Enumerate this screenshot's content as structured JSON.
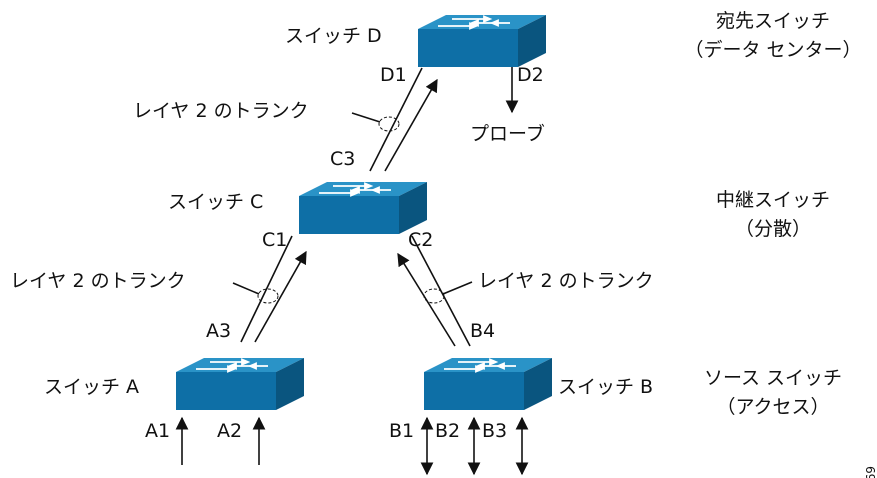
{
  "switches": {
    "d": {
      "name": "スイッチ D"
    },
    "c": {
      "name": "スイッチ C"
    },
    "a": {
      "name": "スイッチ A"
    },
    "b": {
      "name": "スイッチ B"
    }
  },
  "ports": {
    "d1": "D1",
    "d2": "D2",
    "c3": "C3",
    "c1": "C1",
    "c2": "C2",
    "a3": "A3",
    "b4": "B4",
    "a1": "A1",
    "a2": "A2",
    "b1": "B1",
    "b2": "B2",
    "b3": "B3"
  },
  "probe": "プローブ",
  "trunks": {
    "dc": "レイヤ 2 のトランク",
    "ca": "レイヤ 2 のトランク",
    "cb": "レイヤ 2 のトランク"
  },
  "roles": {
    "destination": {
      "line1": "宛先スイッチ",
      "line2": "（データ センター）"
    },
    "relay": {
      "line1": "中継スイッチ",
      "line2": "（分散）"
    },
    "source": {
      "line1": "ソース スイッチ",
      "line2": "（アクセス）"
    }
  },
  "figure_id": "69",
  "colors": {
    "switch_front": "#0e6fa6",
    "switch_top": "#2a93c7",
    "switch_side": "#0a557f"
  }
}
